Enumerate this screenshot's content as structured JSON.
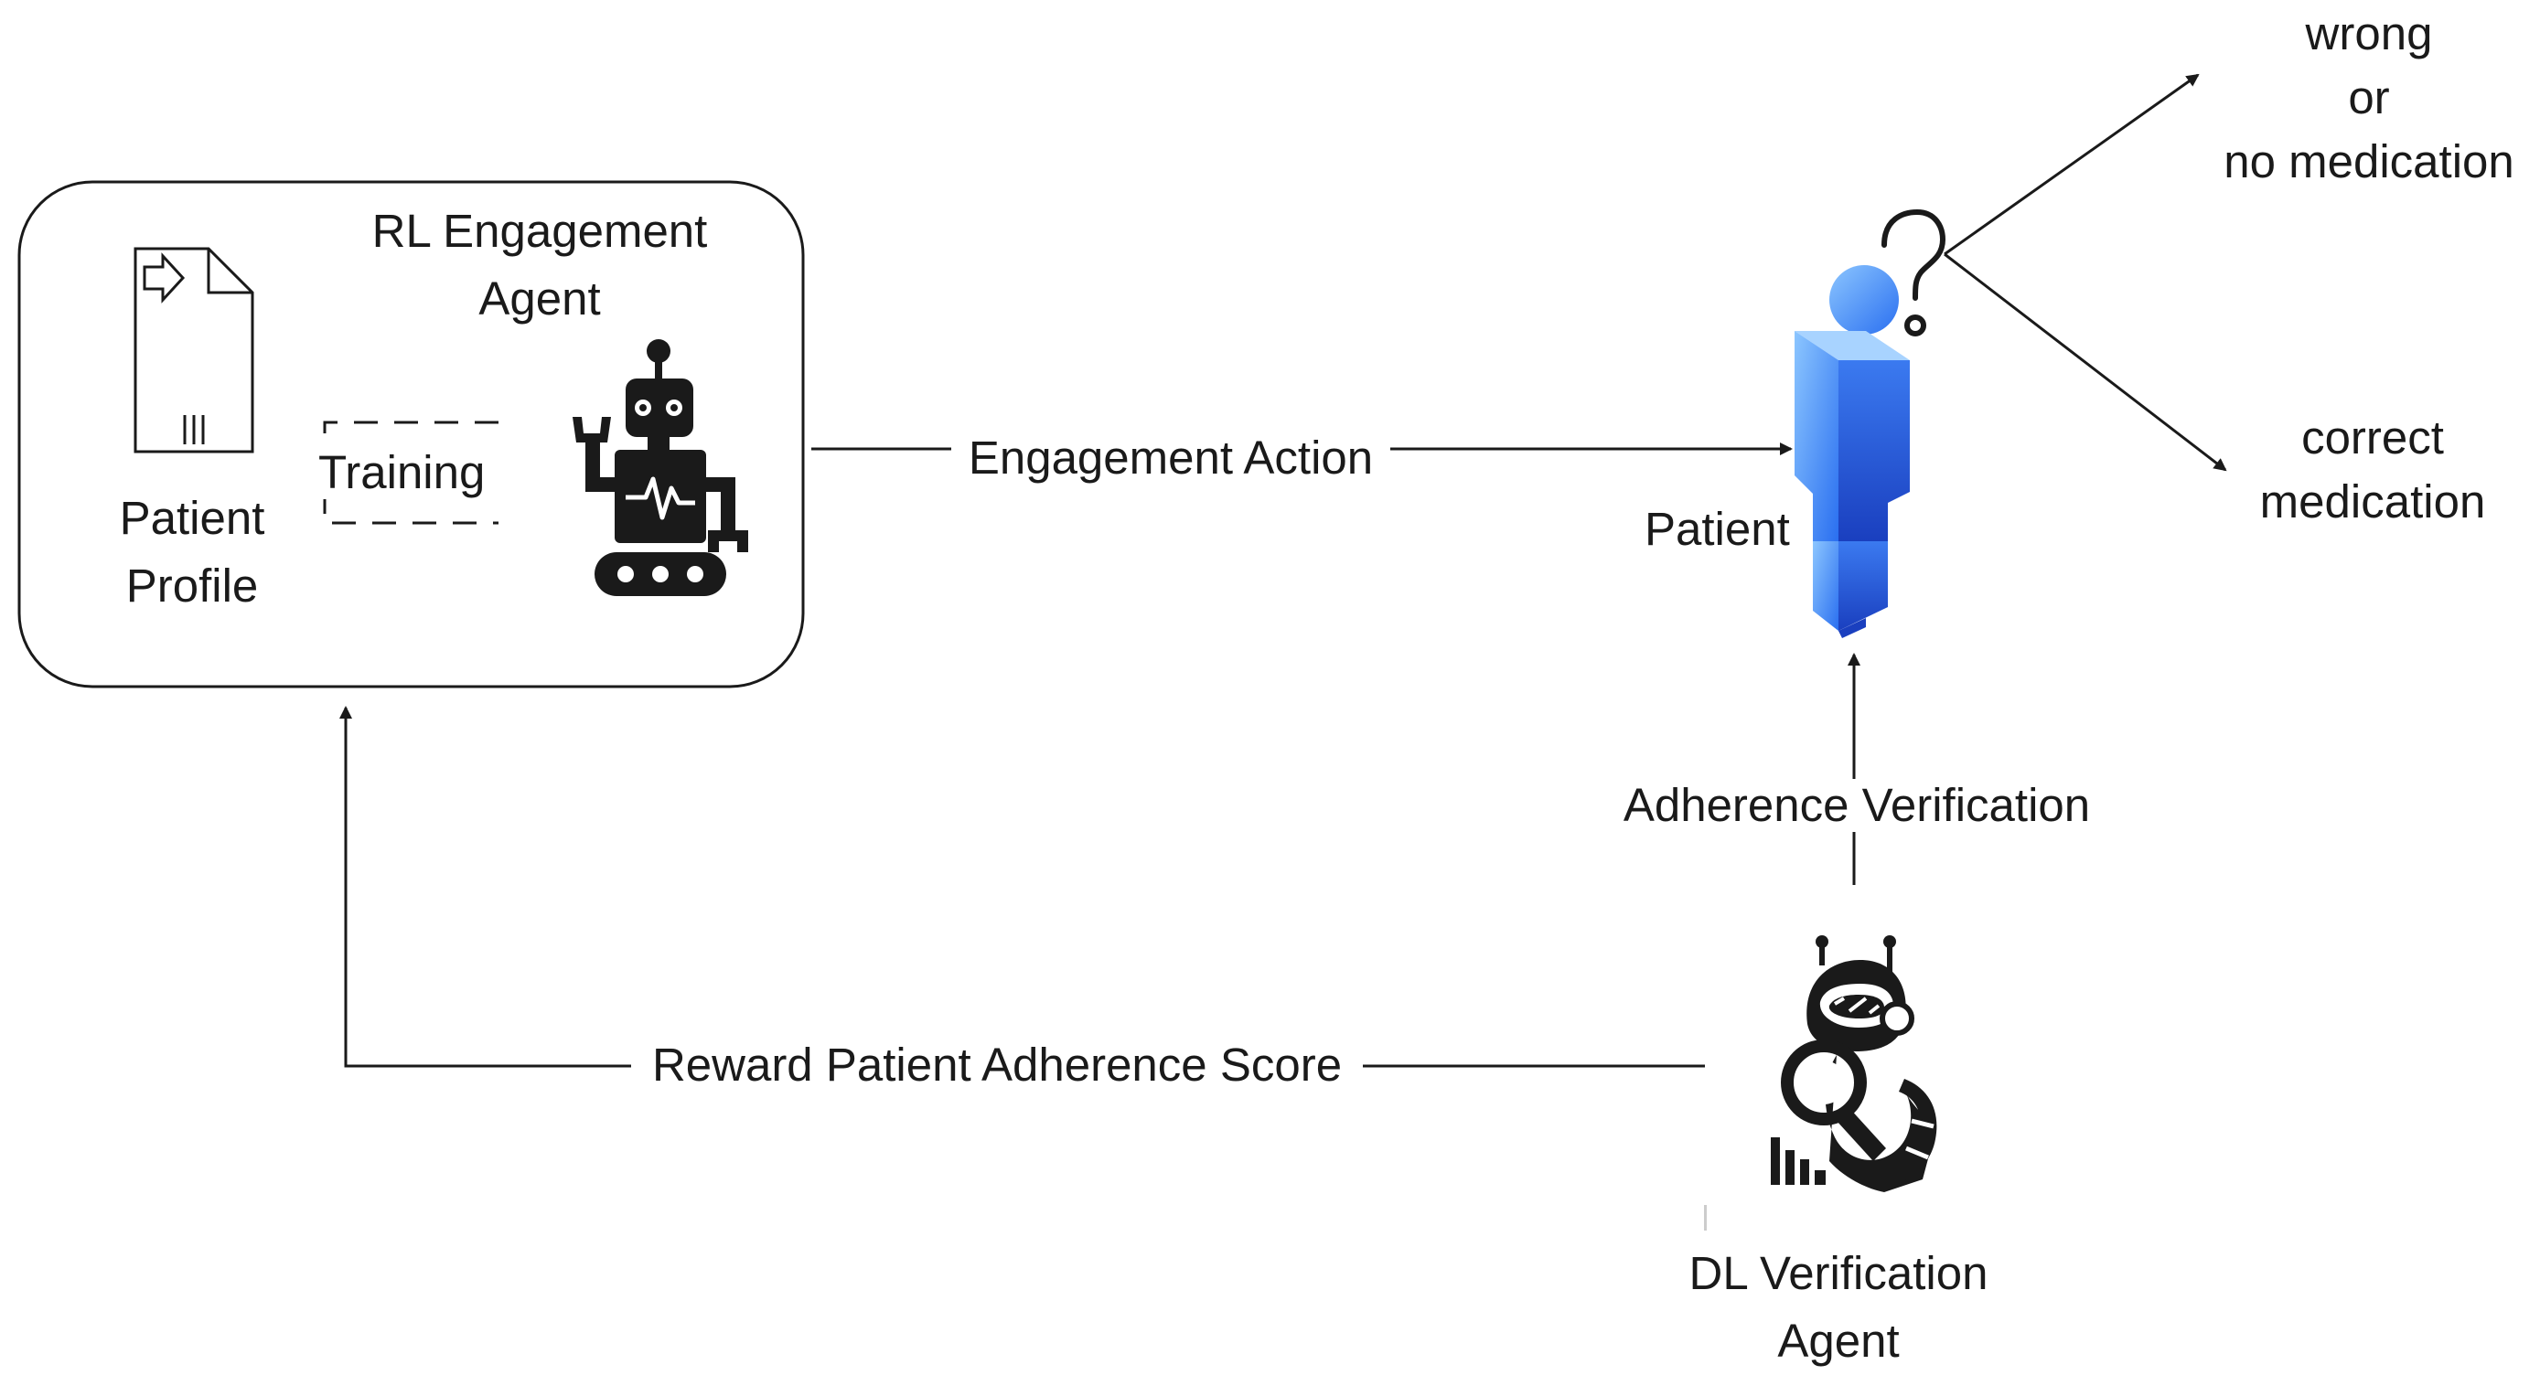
{
  "diagram": {
    "rl_agent": {
      "title_line1": "RL Engagement",
      "title_line2": "Agent",
      "profile_label_line1": "Patient",
      "profile_label_line2": "Profile",
      "training_label": "Training"
    },
    "patient": {
      "label": "Patient"
    },
    "outcomes": {
      "wrong_line1": "wrong",
      "wrong_line2": "or",
      "wrong_line3": "no medication",
      "correct_line1": "correct",
      "correct_line2": "medication"
    },
    "dl_agent": {
      "label_line1": "DL Verification",
      "label_line2": "Agent"
    },
    "edges": {
      "engagement_action": "Engagement Action",
      "adherence_verification": "Adherence Verification",
      "reward": "Reward Patient Adherence Score"
    },
    "colors": {
      "line": "#1a1a1a",
      "patient_light": "#6fb2ff",
      "patient_dark": "#1f4fd6",
      "icon": "#1a1a1a"
    },
    "icons": [
      "document-icon",
      "robot-icon",
      "patient-figure-icon",
      "question-mark-icon",
      "dl-robot-icon",
      "bar-chart-icon"
    ]
  }
}
